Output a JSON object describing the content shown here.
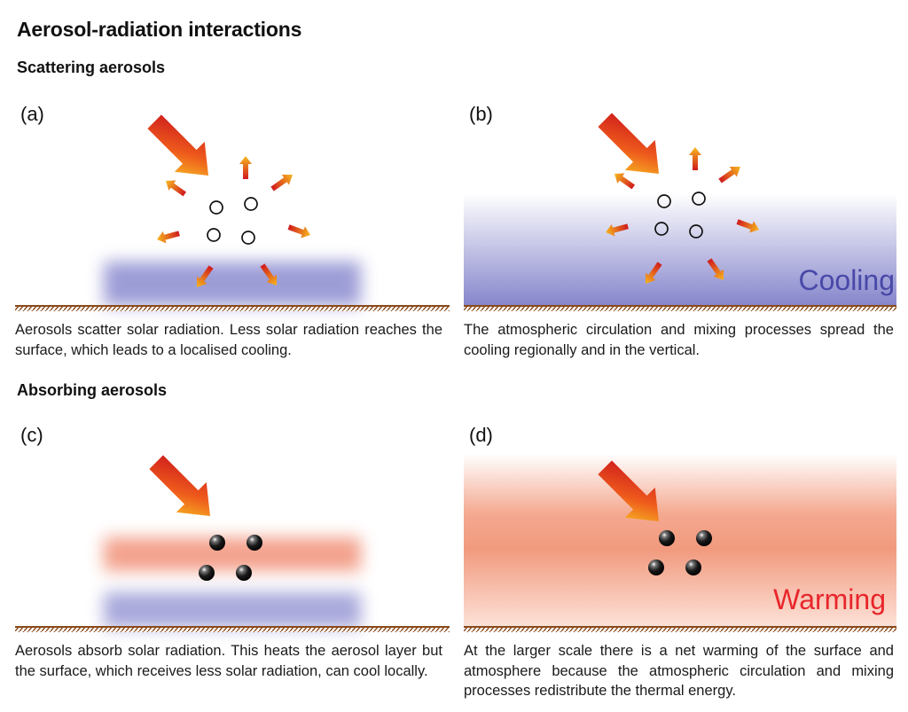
{
  "title": "Aerosol-radiation interactions",
  "sections": {
    "scattering": "Scattering aerosols",
    "absorbing": "Absorbing aerosols"
  },
  "panels": {
    "a": {
      "label": "(a)",
      "caption": "Aerosols scatter solar radiation. Less solar radiation reaches the surface, which leads to a localised cooling."
    },
    "b": {
      "label": "(b)",
      "effect": "Cooling",
      "caption": "The atmospheric circulation and mixing processes spread the cooling regionally and in the vertical."
    },
    "c": {
      "label": "(c)",
      "caption": "Aerosols absorb solar radiation. This heats the aerosol layer but the surface, which receives less solar radiation, can cool locally."
    },
    "d": {
      "label": "(d)",
      "effect": "Warming",
      "caption": "At the larger scale there is a net warming of the surface and atmosphere because the atmospheric circulation and mixing processes redistribute the thermal energy."
    }
  },
  "colors": {
    "cooling": "#4848a8",
    "warming": "#e8262b",
    "ground": "#8a4a1c",
    "arrow_start": "#d4161e",
    "arrow_end": "#f8c21e",
    "cool_layer": "#8c8cd0",
    "warm_layer": "#f08a70"
  }
}
